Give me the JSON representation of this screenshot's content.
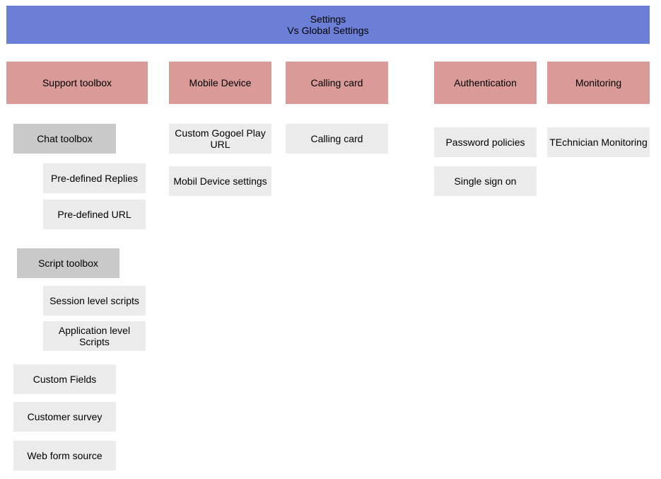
{
  "header": {
    "line1": "Settings",
    "line2": "Vs Global Settings"
  },
  "categories": {
    "support_toolbox": "Support toolbox",
    "mobile_device": "Mobile Device",
    "calling_card": "Calling card",
    "authentication": "Authentication",
    "monitoring": "Monitoring"
  },
  "support": {
    "chat_toolbox": "Chat toolbox",
    "predefined_replies": "Pre-defined Replies",
    "predefined_url": "Pre-defined URL",
    "script_toolbox": "Script toolbox",
    "session_level_scripts": "Session level scripts",
    "application_level_scripts": "Application level Scripts",
    "custom_fields": "Custom Fields",
    "customer_survey": "Customer survey",
    "web_form_source": "Web form source"
  },
  "mobile": {
    "custom_google_play_url": "Custom Gogoel Play URL",
    "mobile_device_settings": "Mobil Device settings"
  },
  "calling": {
    "calling_card_item": "Calling card"
  },
  "auth": {
    "password_policies": "Password policies",
    "single_sign_on": "Single sign on"
  },
  "monitoring": {
    "technician_monitoring": "TEchnician Monitoring"
  },
  "colors": {
    "header": "#6b7fd7",
    "category": "#da9a98",
    "group": "#c9c9c9",
    "item": "#ebebeb"
  }
}
